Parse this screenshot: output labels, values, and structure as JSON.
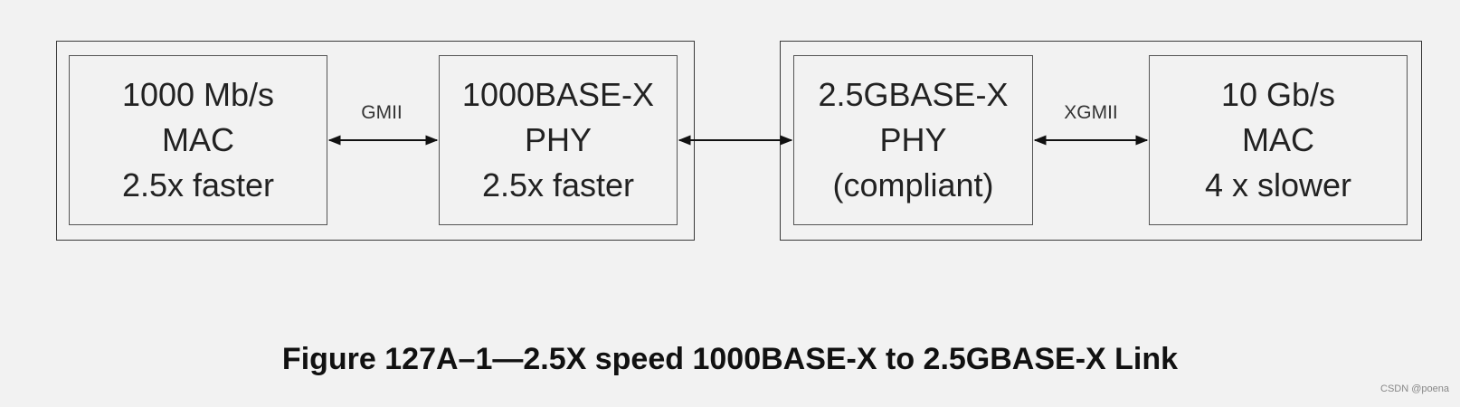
{
  "diagram": {
    "left_group": {
      "mac": {
        "lines": [
          "1000 Mb/s",
          "MAC",
          "2.5x faster"
        ]
      },
      "interface_label": "GMII",
      "phy": {
        "lines": [
          "1000BASE-X",
          "PHY",
          "2.5x faster"
        ]
      }
    },
    "right_group": {
      "phy": {
        "lines": [
          "2.5GBASE-X",
          "PHY",
          "(compliant)"
        ]
      },
      "interface_label": "XGMII",
      "mac": {
        "lines": [
          "10 Gb/s",
          "MAC",
          "4 x slower"
        ]
      }
    },
    "caption": "Figure 127A–1—2.5X speed 1000BASE-X to 2.5GBASE-X Link",
    "watermark": "CSDN @poena"
  },
  "colors": {
    "background": "#f2f2f2",
    "border": "#3a3a3a",
    "text": "#111111"
  }
}
